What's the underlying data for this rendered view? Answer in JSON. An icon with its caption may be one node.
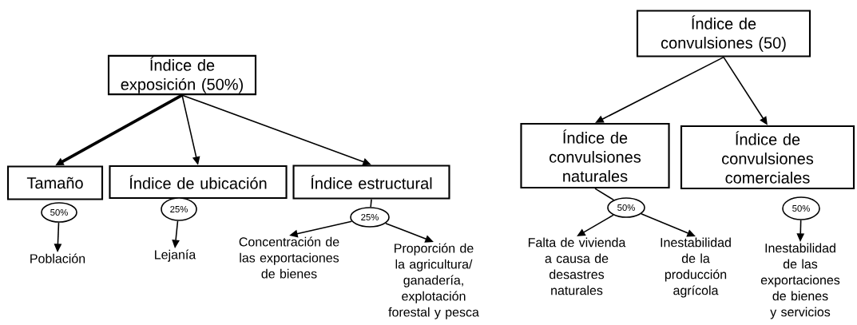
{
  "diagram": {
    "nodes": [
      {
        "text": [
          "Índice de exposición (50%)"
        ]
      },
      {
        "text": [
          "Tamaño"
        ]
      },
      {
        "text": [
          "Índice de ubicación"
        ]
      },
      {
        "text": [
          "Índice estructural"
        ]
      },
      {
        "text": [
          "50%"
        ]
      },
      {
        "text": [
          "25%"
        ]
      },
      {
        "text": [
          "25%"
        ]
      },
      {
        "text": [
          "Población"
        ]
      },
      {
        "text": [
          "Lejanía"
        ]
      },
      {
        "text": [
          "Concentración de las exportaciones de bienes"
        ]
      },
      {
        "text": [
          "Proporción de la agricultura/ ganadería, explotación forestal y pesca"
        ]
      },
      {
        "text": [
          "Índice de convulsiones (50)"
        ]
      },
      {
        "text": [
          "Índice de convulsiones naturales"
        ]
      },
      {
        "text": [
          "Índice de convulsiones comerciales"
        ]
      },
      {
        "text": [
          "50%"
        ]
      },
      {
        "text": [
          "50%"
        ]
      },
      {
        "text": [
          "Falta de vivienda a causa de desastres naturales"
        ]
      },
      {
        "text": [
          "Inestabilidad de la producción agrícola"
        ]
      },
      {
        "text": [
          "Inestabilidad de las exportaciones de bienes y servicios"
        ]
      }
    ],
    "edges": [
      {
        "from": 0,
        "to": 1,
        "arrow": "to",
        "style": "thick"
      },
      {
        "from": 0,
        "to": 2,
        "arrow": "to"
      },
      {
        "from": 0,
        "to": 3,
        "arrow": "to"
      },
      {
        "from": 3,
        "to": 6,
        "arrow": "none"
      },
      {
        "from": 4,
        "to": 7,
        "arrow": "to"
      },
      {
        "from": 5,
        "to": 8,
        "arrow": "to"
      },
      {
        "from": 6,
        "to": 9,
        "arrow": "to"
      },
      {
        "from": 6,
        "to": 10,
        "arrow": "to"
      },
      {
        "from": 11,
        "to": 12,
        "arrow": "to"
      },
      {
        "from": 11,
        "to": 13,
        "arrow": "to"
      },
      {
        "from": 12,
        "to": 14,
        "arrow": "none"
      },
      {
        "from": 14,
        "to": 16,
        "arrow": "to"
      },
      {
        "from": 14,
        "to": 17,
        "arrow": "to"
      },
      {
        "from": 15,
        "to": 18,
        "arrow": "to"
      }
    ]
  }
}
